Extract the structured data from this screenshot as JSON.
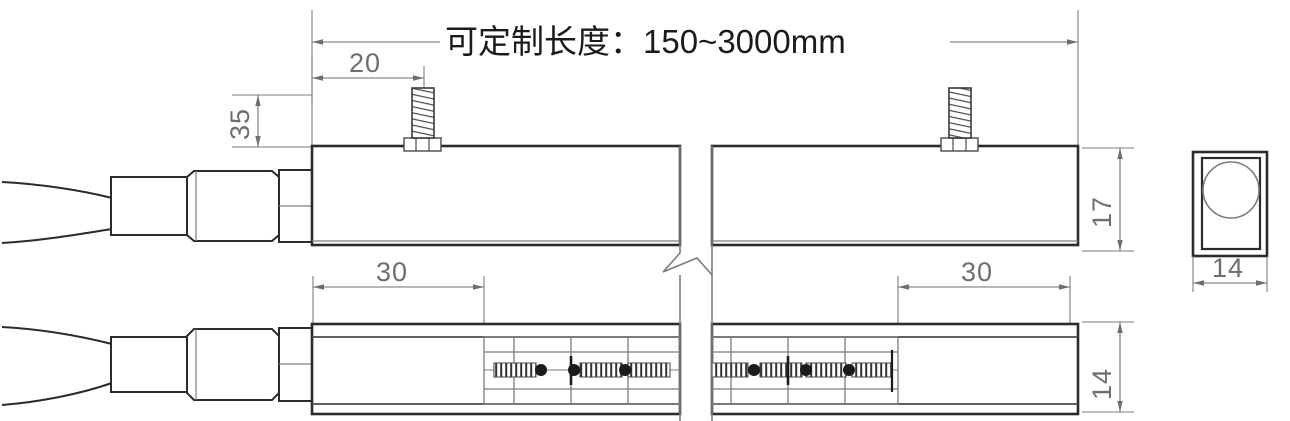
{
  "drawing": {
    "title_note": "可定制长度：150~3000mm",
    "dimensions": {
      "length_label": "可定制长度：150~3000mm",
      "mount_offset_top": "20",
      "stud_height": "35",
      "body_height_front": "17",
      "mount_offset_left": "30",
      "mount_offset_right": "30",
      "body_height_side": "14",
      "end_view_width": "14"
    },
    "views": {
      "front_view_name": "front-elevation",
      "plan_view_name": "plan-section",
      "end_view_name": "end-section"
    },
    "colors": {
      "outline": "#2b2b2b",
      "thin_line": "#7d7d7d",
      "dimension": "#6e6e6e",
      "hatch": "#555555",
      "background": "#ffffff"
    },
    "components": {
      "cable": "cable",
      "strain_relief": "strain-relief-boot",
      "connector_body": "connector-body",
      "housing": "sensor-housing",
      "threaded_stud": "threaded-mounting-stud",
      "break_symbol": "break-line-symbol",
      "internal_mechanism": "internal-spring-assembly",
      "bore_circle": "internal-bore"
    }
  }
}
